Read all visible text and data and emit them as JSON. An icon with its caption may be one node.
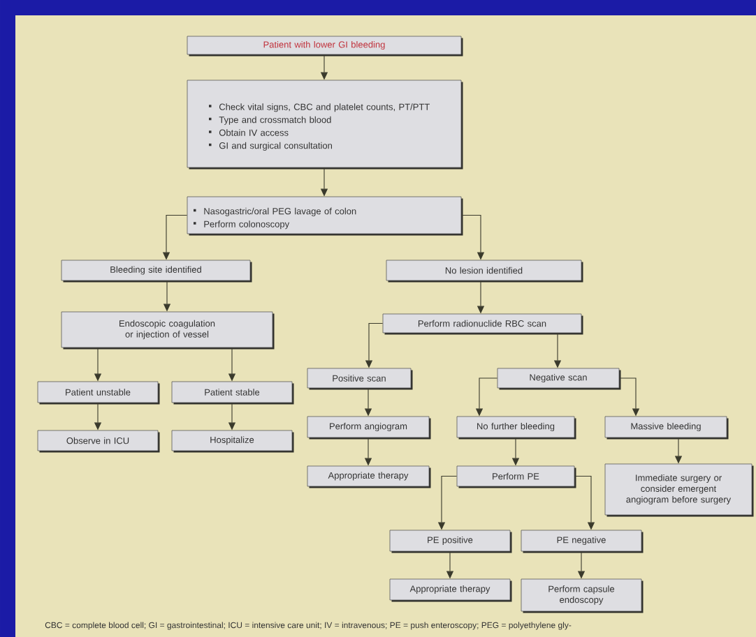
{
  "diagram": {
    "nodes": [
      {
        "text": [
          "Patient with lower GI bleeding"
        ]
      },
      {
        "text": [
          "Check vital signs, CBC and platelet counts, PT/PTT",
          "Type and crossmatch blood",
          "Obtain IV access",
          "GI and surgical consultation"
        ]
      },
      {
        "text": [
          "Nasogastric/oral PEG lavage of colon",
          "Perform colonoscopy"
        ]
      },
      {
        "text": [
          "Bleeding site identified"
        ]
      },
      {
        "text": [
          "No lesion identified"
        ]
      },
      {
        "text": [
          "Endoscopic coagulation or injection of vessel"
        ]
      },
      {
        "text": [
          "Perform radionuclide RBC scan"
        ]
      },
      {
        "text": [
          "Patient unstable"
        ]
      },
      {
        "text": [
          "Patient stable"
        ]
      },
      {
        "text": [
          "Positive scan"
        ]
      },
      {
        "text": [
          "Negative scan"
        ]
      },
      {
        "text": [
          "Observe in ICU"
        ]
      },
      {
        "text": [
          "Hospitalize"
        ]
      },
      {
        "text": [
          "Perform angiogram"
        ]
      },
      {
        "text": [
          "No further bleeding"
        ]
      },
      {
        "text": [
          "Massive bleeding"
        ]
      },
      {
        "text": [
          "Appropriate therapy"
        ]
      },
      {
        "text": [
          "Perform PE"
        ]
      },
      {
        "text": [
          "Immediate surgery or consider emergent angiogram before surgery"
        ]
      },
      {
        "text": [
          "PE positive"
        ]
      },
      {
        "text": [
          "PE negative"
        ]
      },
      {
        "text": [
          "Appropriate therapy"
        ]
      },
      {
        "text": [
          "Perform capsule endoscopy"
        ]
      }
    ],
    "edges": [
      {
        "from": 0,
        "to": 1,
        "arrow": "to"
      },
      {
        "from": 1,
        "to": 2,
        "arrow": "to"
      },
      {
        "from": 2,
        "to": 3,
        "arrow": "to"
      },
      {
        "from": 2,
        "to": 4,
        "arrow": "to"
      },
      {
        "from": 3,
        "to": 5,
        "arrow": "to"
      },
      {
        "from": 4,
        "to": 6,
        "arrow": "to"
      },
      {
        "from": 5,
        "to": 7,
        "arrow": "to"
      },
      {
        "from": 5,
        "to": 8,
        "arrow": "to"
      },
      {
        "from": 6,
        "to": 9,
        "arrow": "to"
      },
      {
        "from": 6,
        "to": 10,
        "arrow": "to"
      },
      {
        "from": 7,
        "to": 11,
        "arrow": "to"
      },
      {
        "from": 8,
        "to": 12,
        "arrow": "to"
      },
      {
        "from": 9,
        "to": 13,
        "arrow": "to"
      },
      {
        "from": 10,
        "to": 14,
        "arrow": "to"
      },
      {
        "from": 10,
        "to": 15,
        "arrow": "to"
      },
      {
        "from": 13,
        "to": 16,
        "arrow": "to"
      },
      {
        "from": 14,
        "to": 17,
        "arrow": "to"
      },
      {
        "from": 15,
        "to": 18,
        "arrow": "to"
      },
      {
        "from": 17,
        "to": 19,
        "arrow": "to"
      },
      {
        "from": 17,
        "to": 20,
        "arrow": "to"
      },
      {
        "from": 19,
        "to": 21,
        "arrow": "to"
      },
      {
        "from": 20,
        "to": 22,
        "arrow": "to"
      }
    ],
    "labels": [
      "CBC = complete blood cell; GI = gastrointestinal; ICU = intensive care unit; IV = intravenous; PE = push enteroscopy; PEG = polyethylene gly-"
    ]
  }
}
